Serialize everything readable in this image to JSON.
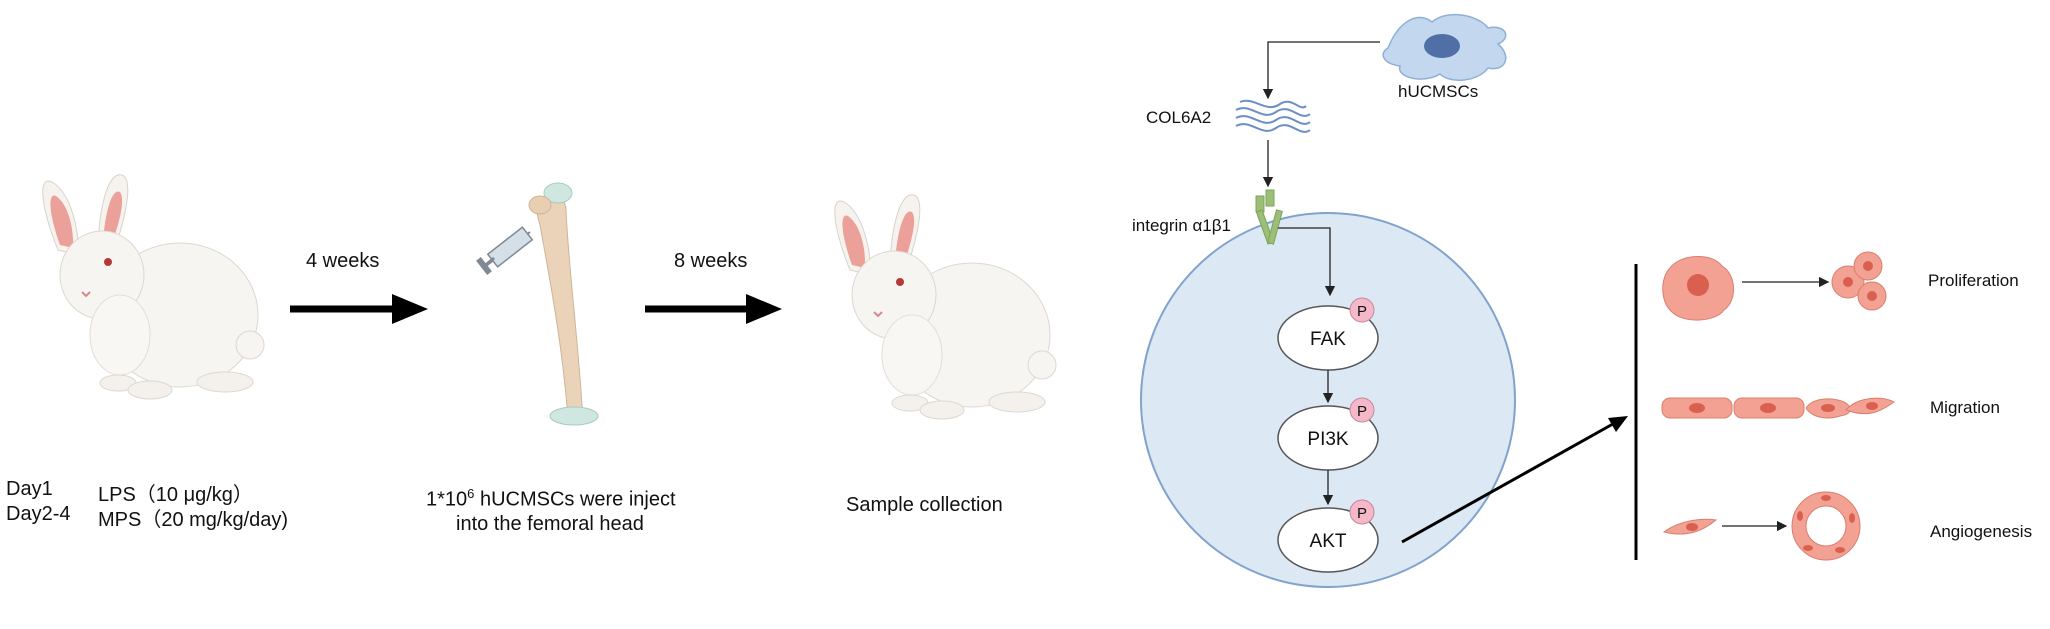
{
  "model": {
    "day1_label": "Day1",
    "day1_treatment": "LPS（10 μg/kg）",
    "day24_label": "Day2-4",
    "day24_treatment": "MPS（20 mg/kg/day)"
  },
  "step1": {
    "duration": "4 weeks"
  },
  "injection": {
    "prefix": "1*10",
    "exponent": "6",
    "line1_rest": " hUCMSCs were inject",
    "line2": "into the femoral head"
  },
  "step2": {
    "duration": "8 weeks"
  },
  "sample": {
    "label": "Sample collection"
  },
  "mechanism": {
    "cell_label": "hUCMSCs",
    "protein_label": "COL6A2",
    "receptor_label": "integrin α1β1",
    "phospho_label": "P",
    "pathway": [
      "FAK",
      "PI3K",
      "AKT"
    ]
  },
  "outcomes": [
    "Proliferation",
    "Migration",
    "Angiogenesis"
  ],
  "colors": {
    "arrow": "#000000",
    "cell_fill": "#dde8f5",
    "cell_stroke": "#7fa3cc",
    "phospho_fill": "#f5b8c8",
    "receptor": "#9cbf78",
    "bone": "#ead3b8",
    "cartilage": "#cfe7e0",
    "rabbit_ear": "#eba19a",
    "target_cell": "#f2a193",
    "target_nucleus": "#d9604f"
  }
}
